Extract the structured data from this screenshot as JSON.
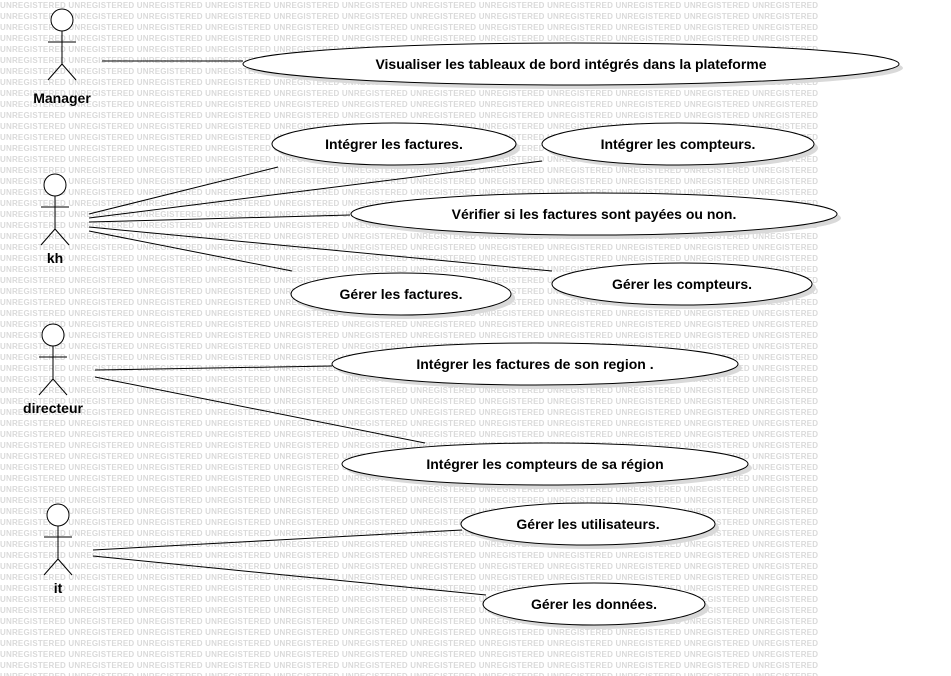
{
  "watermark": {
    "text": "UNREGISTERED"
  },
  "actors": [
    {
      "id": "manager",
      "label": "Manager"
    },
    {
      "id": "kh",
      "label": "kh"
    },
    {
      "id": "directeur",
      "label": "directeur"
    },
    {
      "id": "it",
      "label": "it"
    }
  ],
  "use_cases": [
    {
      "id": "visualiser",
      "label": "Visualiser les tableaux de bord intégrés dans la plateforme"
    },
    {
      "id": "integrer-factures",
      "label": "Intégrer les factures."
    },
    {
      "id": "integrer-compteurs",
      "label": "Intégrer les compteurs."
    },
    {
      "id": "verifier-factures",
      "label": "Vérifier si les factures sont payées ou non."
    },
    {
      "id": "gerer-compteurs",
      "label": "Gérer les compteurs."
    },
    {
      "id": "gerer-factures",
      "label": "Gérer les factures."
    },
    {
      "id": "integrer-factures-region",
      "label": "Intégrer les factures de son region ."
    },
    {
      "id": "integrer-compteurs-region",
      "label": "Intégrer les compteurs de sa région"
    },
    {
      "id": "gerer-utilisateurs",
      "label": "Gérer les utilisateurs."
    },
    {
      "id": "gerer-donnees",
      "label": "Gérer les données."
    }
  ],
  "associations": [
    {
      "actor": "manager",
      "use_case": "visualiser"
    },
    {
      "actor": "kh",
      "use_case": "integrer-factures"
    },
    {
      "actor": "kh",
      "use_case": "integrer-compteurs"
    },
    {
      "actor": "kh",
      "use_case": "verifier-factures"
    },
    {
      "actor": "kh",
      "use_case": "gerer-compteurs"
    },
    {
      "actor": "kh",
      "use_case": "gerer-factures"
    },
    {
      "actor": "directeur",
      "use_case": "integrer-factures-region"
    },
    {
      "actor": "directeur",
      "use_case": "integrer-compteurs-region"
    },
    {
      "actor": "it",
      "use_case": "gerer-utilisateurs"
    },
    {
      "actor": "it",
      "use_case": "gerer-donnees"
    }
  ]
}
